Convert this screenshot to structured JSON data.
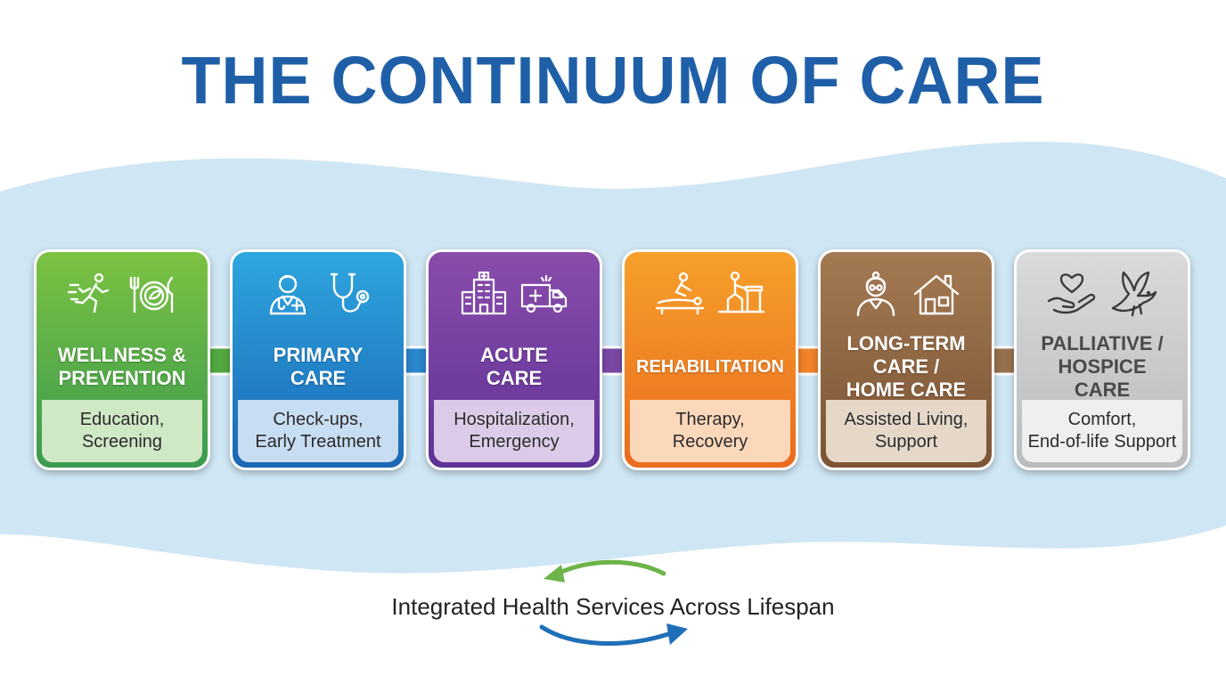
{
  "title": "THE CONTINUUM OF CARE",
  "stages": [
    {
      "label": "WELLNESS &\nPREVENTION",
      "sub": "Education,\nScreening",
      "icons": [
        "running-person-icon",
        "healthy-food-plate-icon"
      ],
      "colors": [
        "#7cc242",
        "#3a9a4f"
      ],
      "sub_bg": "#cfe8c5"
    },
    {
      "label": "PRIMARY\nCARE",
      "sub": "Check-ups,\nEarly Treatment",
      "icons": [
        "doctor-icon",
        "stethoscope-icon"
      ],
      "colors": [
        "#2ea6df",
        "#1b67b5"
      ],
      "sub_bg": "#c7ddf1"
    },
    {
      "label": "ACUTE\nCARE",
      "sub": "Hospitalization,\nEmergency",
      "icons": [
        "hospital-building-icon",
        "ambulance-icon"
      ],
      "colors": [
        "#8a4cab",
        "#5e3397"
      ],
      "sub_bg": "#dccbe8"
    },
    {
      "label": "REHABILITATION",
      "sub": "Therapy,\nRecovery",
      "icons": [
        "massage-therapy-icon",
        "physical-therapy-icon"
      ],
      "colors": [
        "#f6a02a",
        "#ea6b1f"
      ],
      "sub_bg": "#fcd8bb"
    },
    {
      "label": "LONG-TERM\nCARE /\nHOME CARE",
      "sub": "Assisted Living,\nSupport",
      "icons": [
        "elderly-person-icon",
        "house-icon"
      ],
      "colors": [
        "#a37a52",
        "#7d5434"
      ],
      "sub_bg": "#e6d8c9"
    },
    {
      "label": "PALLIATIVE /\nHOSPICE\nCARE",
      "sub": "Comfort,\nEnd-of-life Support",
      "icons": [
        "heart-in-hand-icon",
        "dove-icon"
      ],
      "colors": [
        "#d9dadb",
        "#b9bbbe"
      ],
      "sub_bg": "#efeff0"
    }
  ],
  "footer": "Integrated Health Services Across Lifespan",
  "colors": {
    "title": "#1f5fa8",
    "wave": "#cfe6f4",
    "cycle_green": "#6db44b",
    "cycle_blue": "#1f6fb8",
    "arrow_colors": [
      "#52a83f",
      "#2a86cc",
      "#7848a4",
      "#f0822a",
      "#97714d"
    ]
  }
}
